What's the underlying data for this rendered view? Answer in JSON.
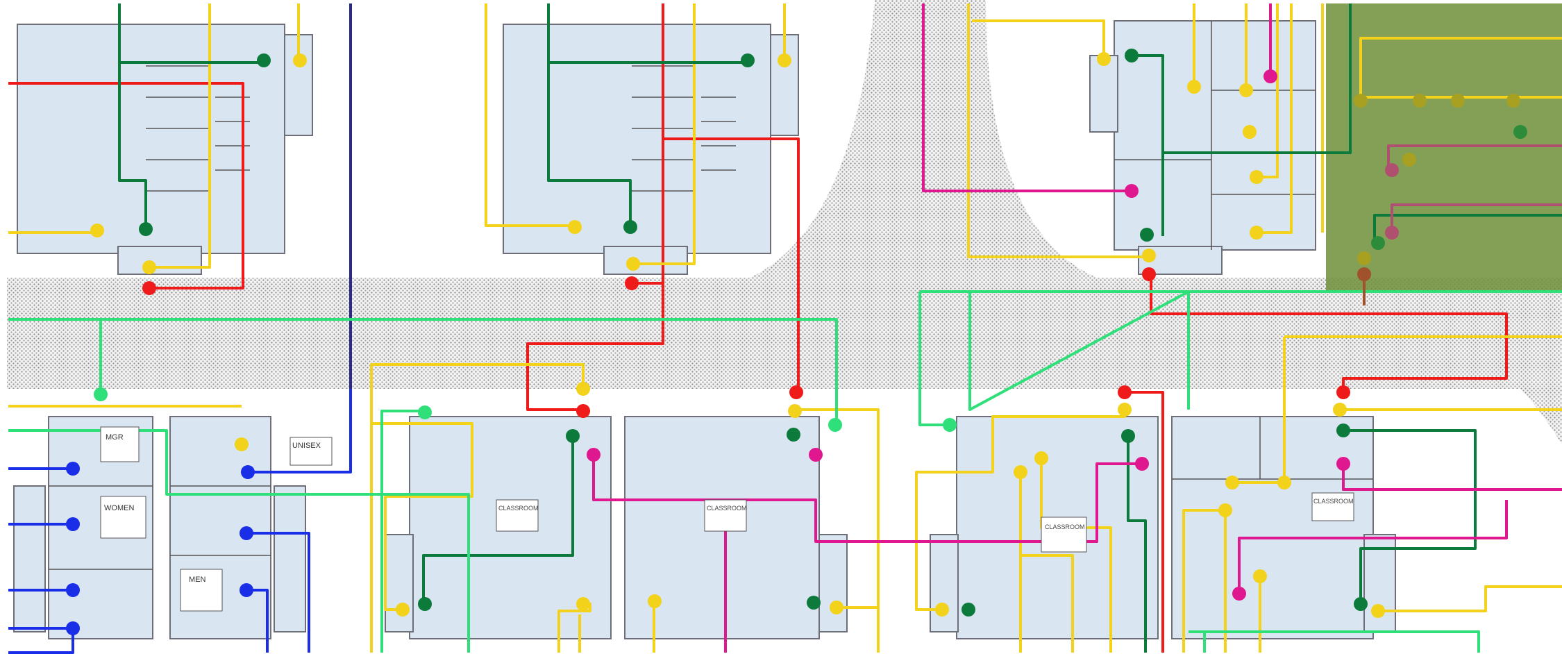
{
  "colors": {
    "room_fill": "#d9e5f1",
    "wall": "#6e6e78",
    "paving_dot": "#9a9a9a",
    "highlight_zone": "#6f8f3a",
    "route_red": "#ef1a1a",
    "route_yellow": "#f2d21b",
    "route_dark_green": "#0b7a3b",
    "route_light_green": "#2fe07a",
    "route_magenta": "#e0188f",
    "route_blue": "#1a2ee8",
    "route_navy": "#2a2a8a",
    "route_brown": "#a0522d"
  },
  "rooms": [
    {
      "id": "left-admin-1",
      "label": "MGR"
    },
    {
      "id": "left-admin-2",
      "label": "WOMEN"
    },
    {
      "id": "left-admin-3",
      "label": "MEN"
    },
    {
      "id": "center-admin",
      "label": "UNISEX"
    },
    {
      "id": "lab-a",
      "label": "CLASSROOM"
    },
    {
      "id": "lab-b",
      "label": "CLASSROOM"
    },
    {
      "id": "lab-c",
      "label": "CLASSROOM"
    },
    {
      "id": "lab-d",
      "label": "CLASSROOM"
    }
  ],
  "legend_icons": {
    "node_shape": "circle-node-icon",
    "route_shape": "polyline-route-icon"
  }
}
